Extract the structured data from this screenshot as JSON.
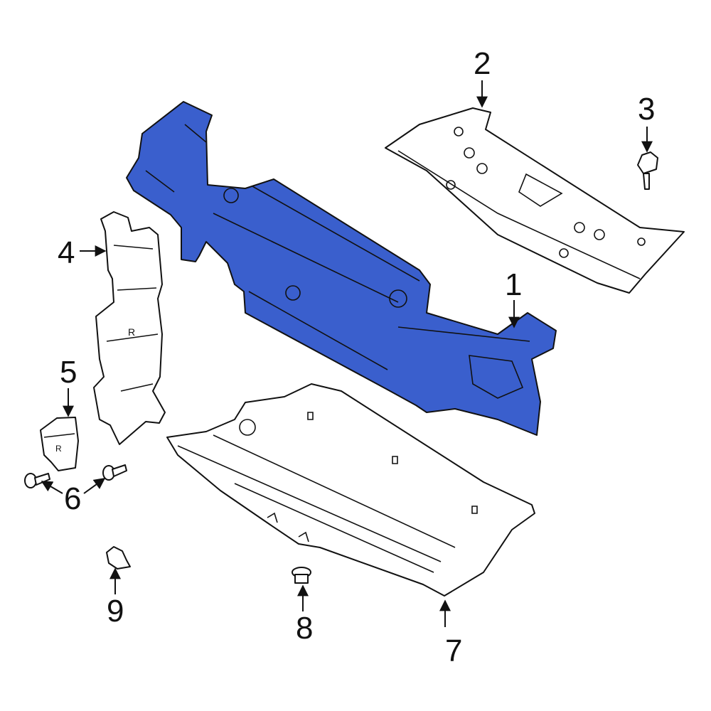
{
  "colors": {
    "highlight": "#3a5fcd",
    "part_fill": "#ffffff",
    "outline": "#111111"
  },
  "callouts": [
    {
      "id": "1",
      "label": "1"
    },
    {
      "id": "2",
      "label": "2"
    },
    {
      "id": "3",
      "label": "3"
    },
    {
      "id": "4",
      "label": "4"
    },
    {
      "id": "5",
      "label": "5"
    },
    {
      "id": "6",
      "label": "6"
    },
    {
      "id": "7",
      "label": "7"
    },
    {
      "id": "8",
      "label": "8"
    },
    {
      "id": "9",
      "label": "9"
    }
  ]
}
